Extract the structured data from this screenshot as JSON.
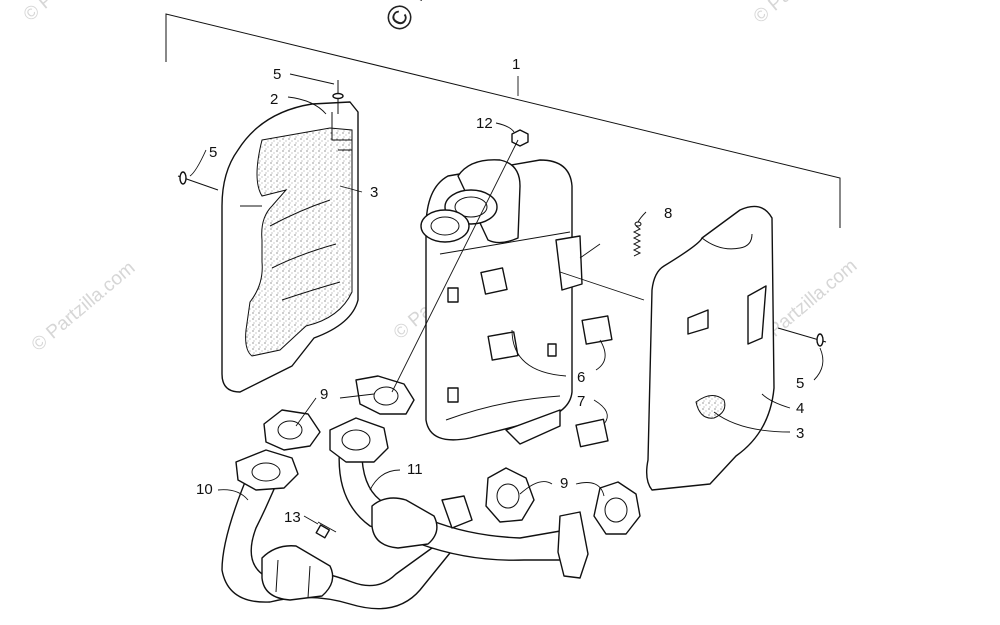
{
  "watermarks": {
    "top_center": "© Pa",
    "repeat": "© Partzilla.com"
  },
  "callouts": {
    "c1": "1",
    "c2": "2",
    "c3_left": "3",
    "c3_right": "3",
    "c4": "4",
    "c5_top": "5",
    "c5_left": "5",
    "c5_right": "5",
    "c6": "6",
    "c7": "7",
    "c8": "8",
    "c9_left": "9",
    "c9_right": "9",
    "c10": "10",
    "c11": "11",
    "c12": "12",
    "c13": "13"
  }
}
